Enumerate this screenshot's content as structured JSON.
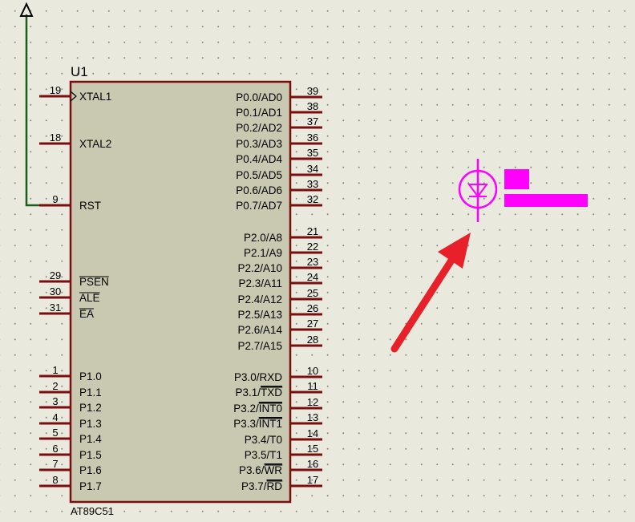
{
  "component": {
    "ref": "U1",
    "part": "AT89C51",
    "body_color": "#c9c9b1",
    "outline_color": "#7a0d0d"
  },
  "left_pins": [
    {
      "num": "19",
      "label": "XTAL1",
      "overbar": false
    },
    {
      "num": "18",
      "label": "XTAL2",
      "overbar": false
    },
    {
      "num": "9",
      "label": "RST",
      "overbar": false
    },
    {
      "num": "29",
      "label": "PSEN",
      "overbar": true
    },
    {
      "num": "30",
      "label": "ALE",
      "overbar": true
    },
    {
      "num": "31",
      "label": "EA",
      "overbar": true
    },
    {
      "num": "1",
      "label": "P1.0",
      "overbar": false
    },
    {
      "num": "2",
      "label": "P1.1",
      "overbar": false
    },
    {
      "num": "3",
      "label": "P1.2",
      "overbar": false
    },
    {
      "num": "4",
      "label": "P1.3",
      "overbar": false
    },
    {
      "num": "5",
      "label": "P1.4",
      "overbar": false
    },
    {
      "num": "6",
      "label": "P1.5",
      "overbar": false
    },
    {
      "num": "7",
      "label": "P1.6",
      "overbar": false
    },
    {
      "num": "8",
      "label": "P1.7",
      "overbar": false
    }
  ],
  "right_pins": [
    {
      "num": "39",
      "label": "P0.0/AD0"
    },
    {
      "num": "38",
      "label": "P0.1/AD1"
    },
    {
      "num": "37",
      "label": "P0.2/AD2"
    },
    {
      "num": "36",
      "label": "P0.3/AD3"
    },
    {
      "num": "35",
      "label": "P0.4/AD4"
    },
    {
      "num": "34",
      "label": "P0.5/AD5"
    },
    {
      "num": "33",
      "label": "P0.6/AD6"
    },
    {
      "num": "32",
      "label": "P0.7/AD7"
    },
    {
      "num": "21",
      "label": "P2.0/A8"
    },
    {
      "num": "22",
      "label": "P2.1/A9"
    },
    {
      "num": "23",
      "label": "P2.2/A10"
    },
    {
      "num": "24",
      "label": "P2.3/A11"
    },
    {
      "num": "25",
      "label": "P2.4/A12"
    },
    {
      "num": "26",
      "label": "P2.5/A13"
    },
    {
      "num": "27",
      "label": "P2.6/A14"
    },
    {
      "num": "28",
      "label": "P2.7/A15"
    },
    {
      "num": "10",
      "label": "P3.0/RXD",
      "bar": ""
    },
    {
      "num": "11",
      "label": "P3.1/",
      "bar": "TXD"
    },
    {
      "num": "12",
      "label": "P3.2/",
      "bar": "INT0"
    },
    {
      "num": "13",
      "label": "P3.3/",
      "bar": "INT1"
    },
    {
      "num": "14",
      "label": "P3.4/T0",
      "bar": ""
    },
    {
      "num": "15",
      "label": "P3.5/T1",
      "bar": ""
    },
    {
      "num": "16",
      "label": "P3.6/",
      "bar": "WR"
    },
    {
      "num": "17",
      "label": "P3.7/",
      "bar": "RD"
    }
  ],
  "power_terminal": {
    "color": "#1a5e1a"
  },
  "led_symbol": {
    "color": "#ff00ff"
  },
  "annotation_arrow": {
    "color": "#e8202a"
  }
}
